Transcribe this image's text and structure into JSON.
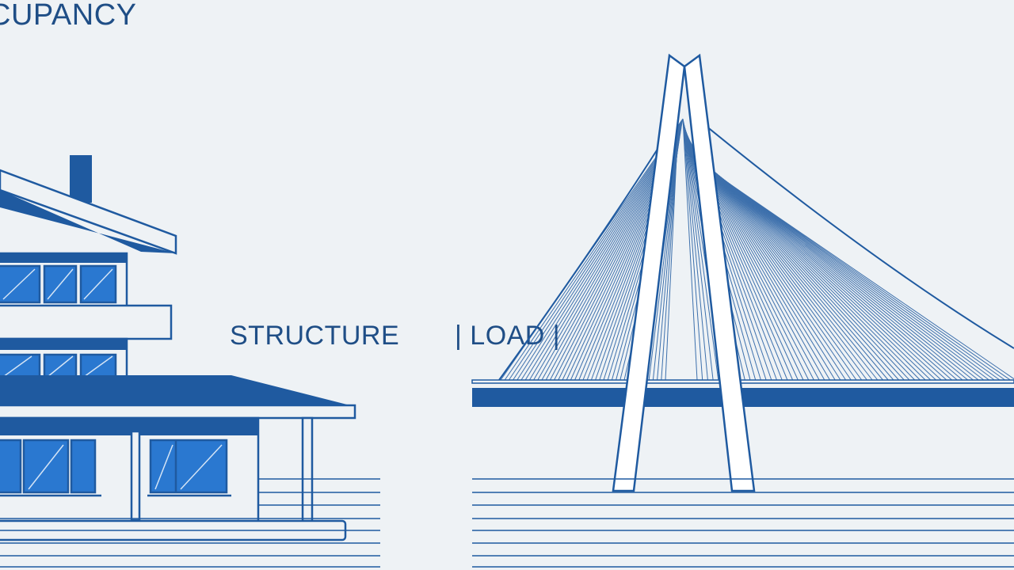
{
  "labels": {
    "title": "CUPANCY",
    "structure": "STRUCTURE",
    "load": "| LOAD |"
  },
  "colors": {
    "background": "#eef2f5",
    "primary": "#1f5aa0",
    "line": "#1f4e86",
    "glass": "#2a78d0"
  }
}
